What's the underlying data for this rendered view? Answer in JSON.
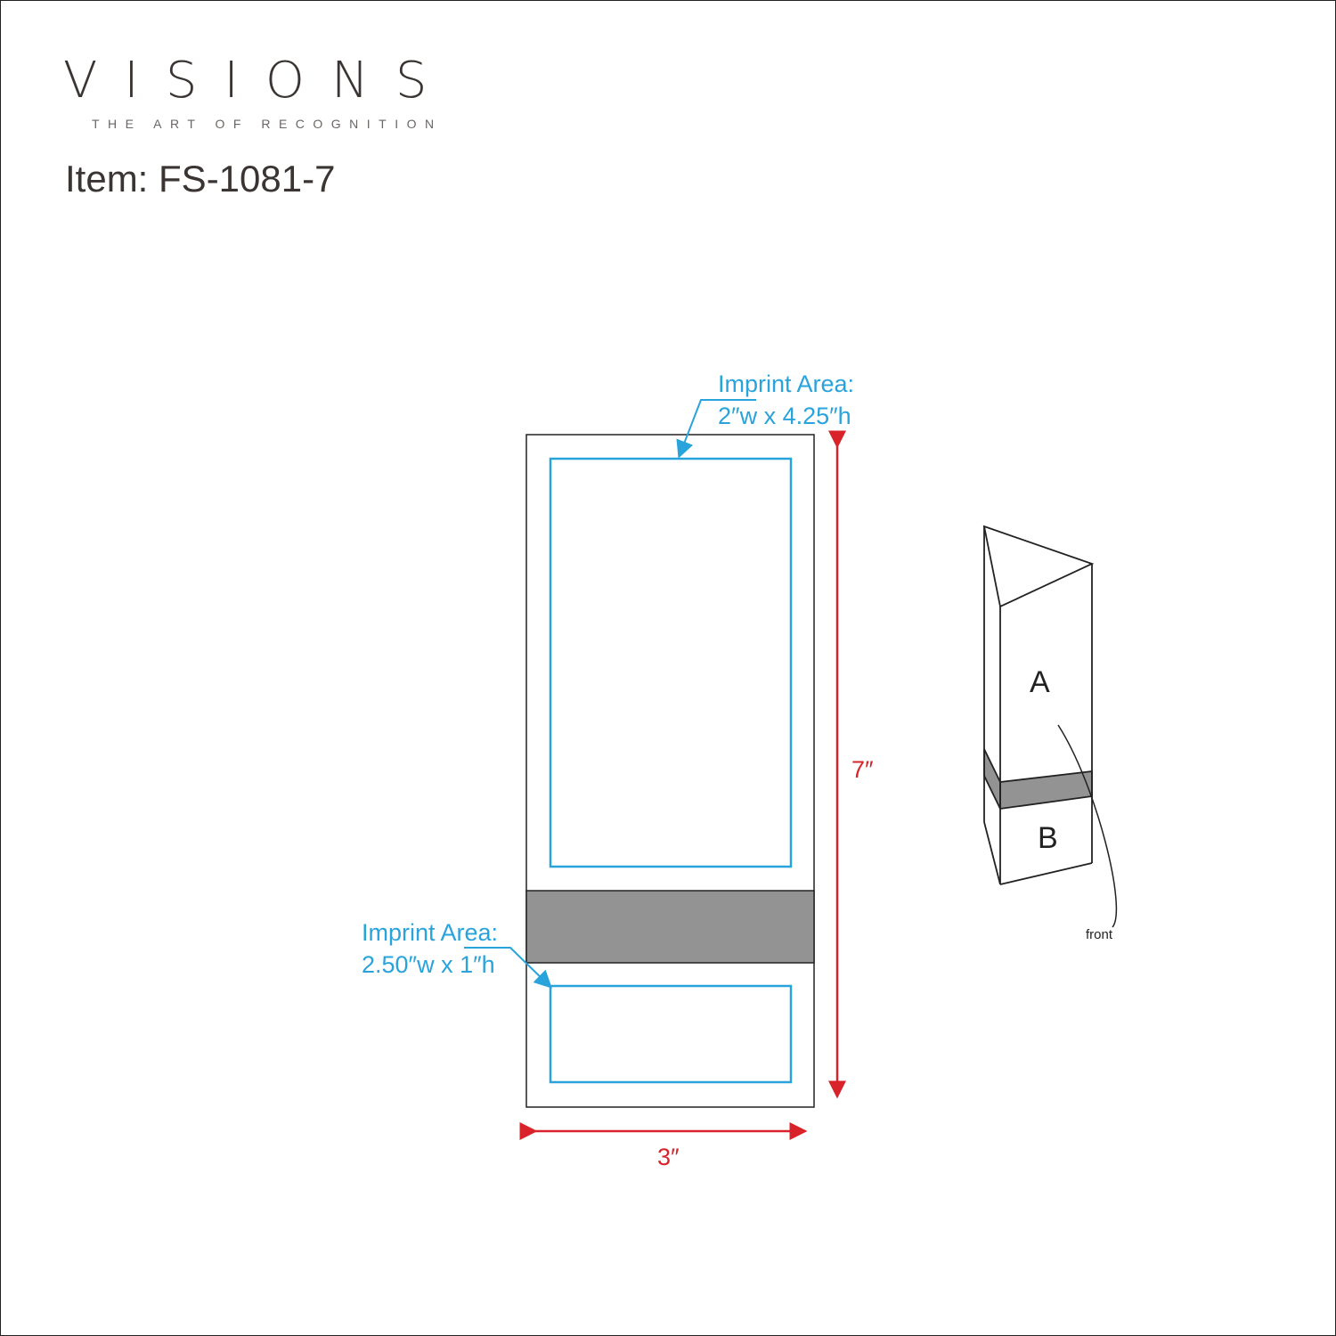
{
  "header": {
    "logo": "VISIONS",
    "tagline": "THE ART OF RECOGNITION",
    "item": "Item: FS-1081-7"
  },
  "front_view": {
    "upper_imprint": {
      "title": "Imprint Area:",
      "size": "2″w x 4.25″h"
    },
    "lower_imprint": {
      "title": "Imprint Area:",
      "size": "2.50″w x 1″h"
    },
    "height_dim": "7″",
    "width_dim": "3″"
  },
  "iso_view": {
    "face_a": "A",
    "face_b": "B",
    "front_label": "front"
  },
  "colors": {
    "imprint": "#29a3db",
    "dimension": "#d9232a",
    "band": "#939393"
  }
}
